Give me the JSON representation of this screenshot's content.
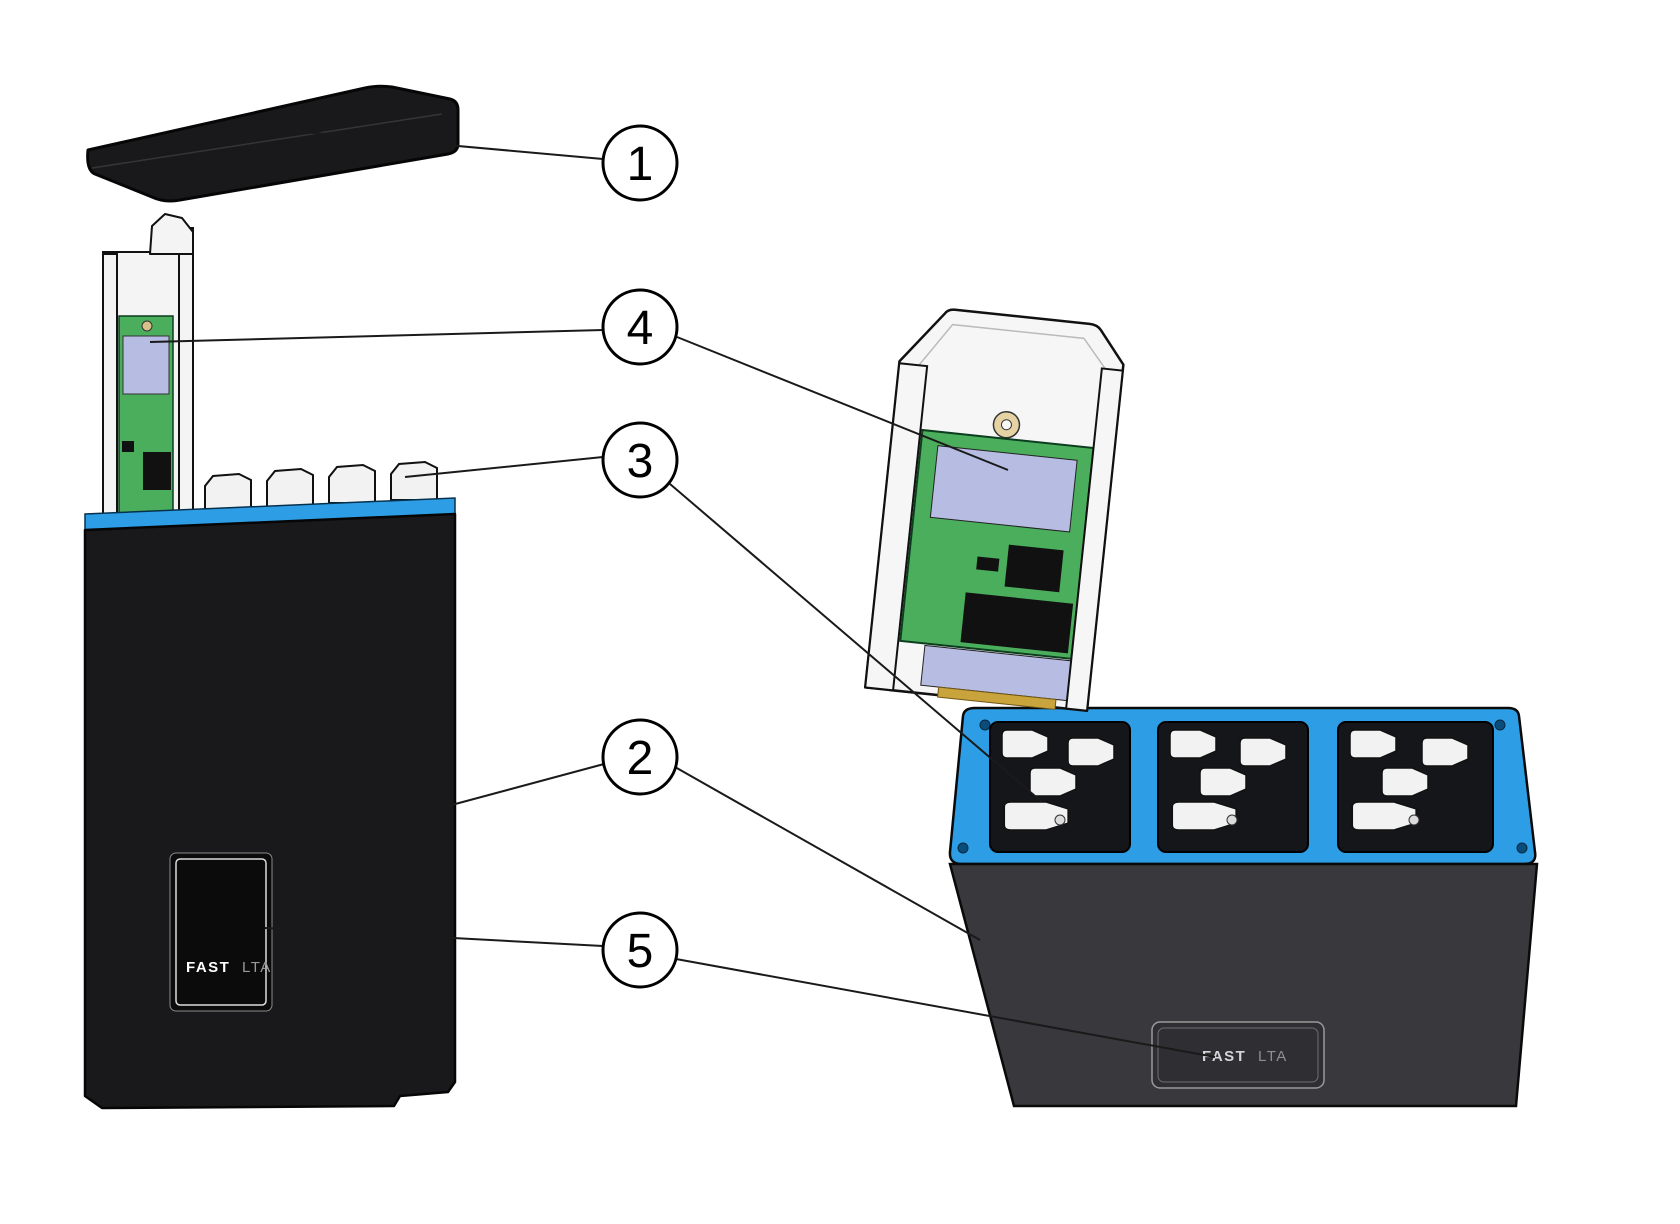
{
  "callouts": [
    {
      "number": "1"
    },
    {
      "number": "2"
    },
    {
      "number": "3"
    },
    {
      "number": "4"
    },
    {
      "number": "5"
    }
  ],
  "brand": {
    "bold": "FAST",
    "light": "LTA"
  },
  "colors": {
    "accent_blue": "#2D9EE6",
    "pcb_green": "#4BAE5C",
    "module_lavender": "#B7BCE2",
    "connector_gold": "#C9A43C",
    "enclosure_black": "#19191B",
    "enclosure_gray": "#39393D"
  }
}
